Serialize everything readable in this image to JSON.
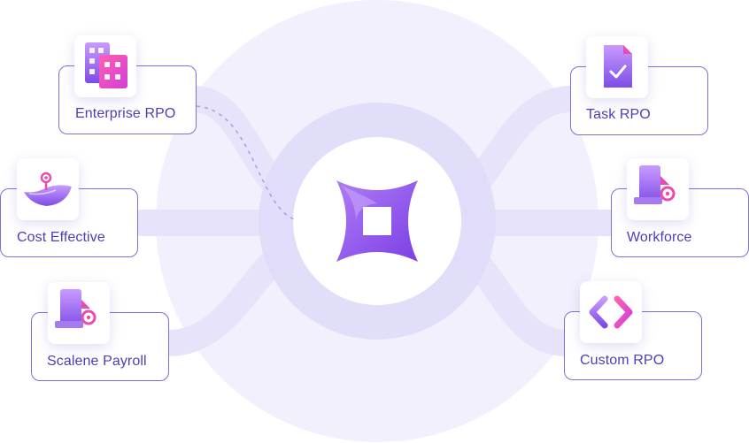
{
  "colors": {
    "card_border": "#7b72d8",
    "label_text": "#4b40b8",
    "halo_outer": "#f1effd",
    "halo_ring": "#dcd8fa",
    "band": "#ece9fb",
    "dashed": "#a79ee8",
    "logo_purple": "#9b5cf0",
    "logo_magenta": "#e03fb8"
  },
  "nodes": {
    "enterprise_rpo": {
      "label": "Enterprise RPO",
      "icon": "buildings-icon"
    },
    "cost_effective": {
      "label": "Cost Effective",
      "icon": "piggy-bank-icon"
    },
    "scalene_payroll": {
      "label": "Scalene Payroll",
      "icon": "payroll-document-icon"
    },
    "task_rpo": {
      "label": "Task RPO",
      "icon": "checklist-document-icon"
    },
    "workforce": {
      "label": "Workforce",
      "icon": "workforce-document-icon"
    },
    "custom_rpo": {
      "label": "Custom RPO",
      "icon": "code-brackets-icon"
    }
  },
  "center": {
    "icon": "star-logo-icon"
  }
}
